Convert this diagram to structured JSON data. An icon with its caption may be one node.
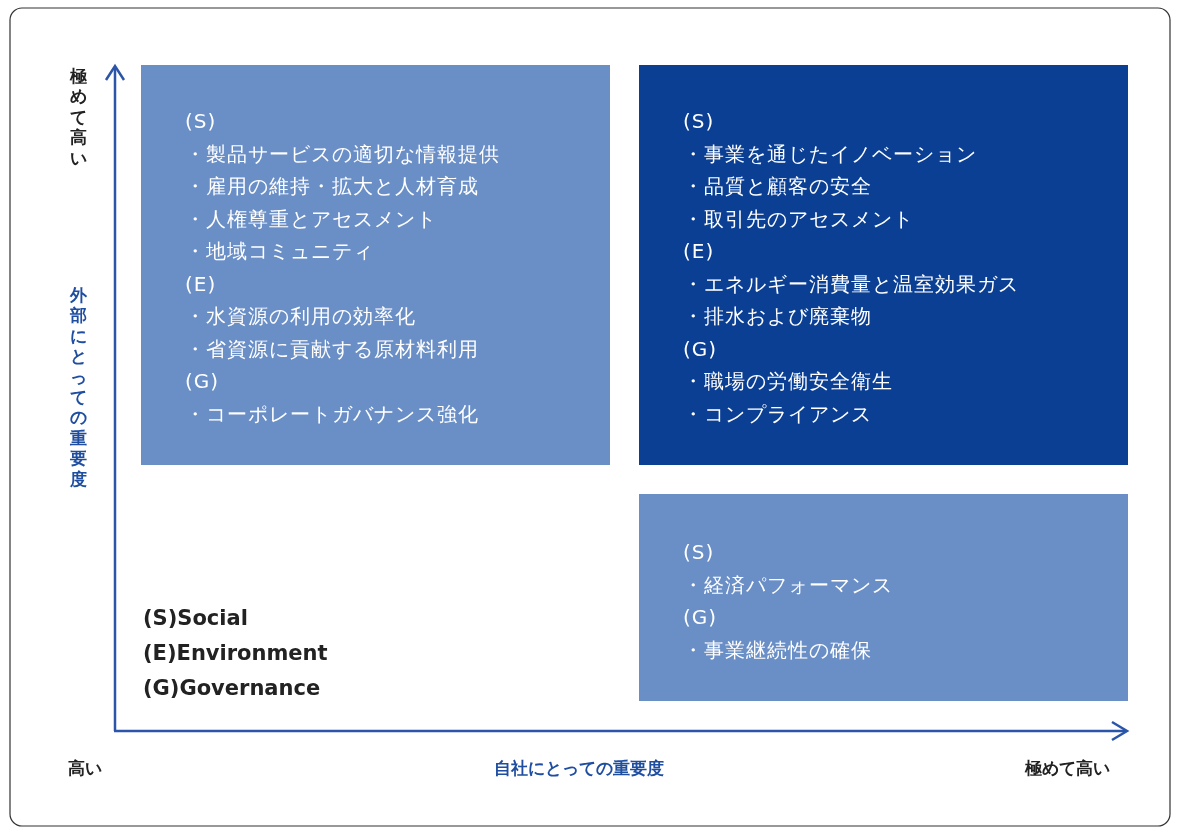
{
  "diagram": {
    "nodes": [
      {
        "text": [
          "(S)",
          "・製品サービスの適切な情報提供",
          "・雇用の維持・拡大と人材育成",
          "・人権尊重とアセスメント",
          "・地域コミュニティ",
          "(E)",
          "・水資源の利用の効率化",
          "・省資源に貢献する原材料利用",
          "(G)",
          "・コーポレートガバナンス強化"
        ]
      },
      {
        "text": [
          "(S)",
          "・事業を通じたイノベーション",
          "・品質と顧客の安全",
          "・取引先のアセスメント",
          "(E)",
          "・エネルギー消費量と温室効果ガス",
          "・排水および廃棄物",
          "(G)",
          "・職場の労働安全衛生",
          "・コンプライアンス"
        ]
      },
      {
        "text": [
          "(S)",
          "・経済パフォーマンス",
          "(G)",
          "・事業継続性の確保"
        ]
      }
    ],
    "labels": [
      "極めて高い",
      "外部にとっての重要度",
      "(S)Social",
      "(E)Environment",
      "(G)Governance",
      "高い",
      "自社にとっての重要度",
      "極めて高い"
    ]
  }
}
